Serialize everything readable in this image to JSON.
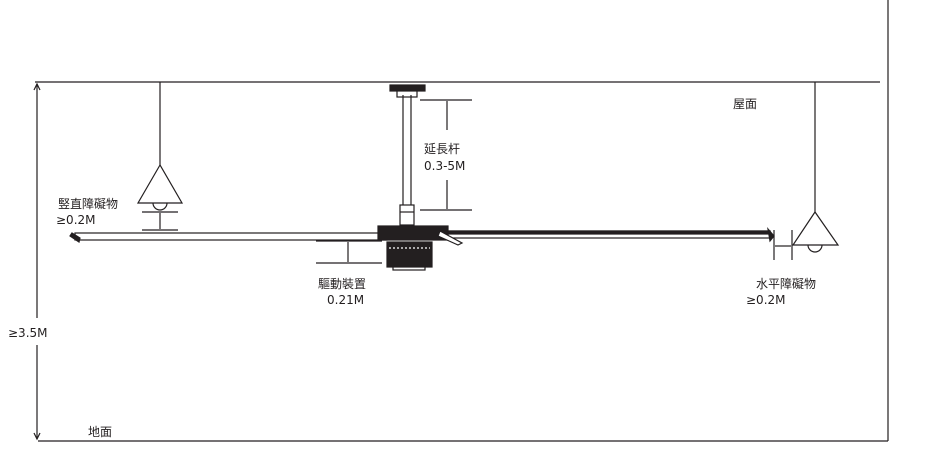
{
  "labels": {
    "roof": "屋面",
    "ground": "地面",
    "height": "≥3.5M",
    "extension_rod": "延長杆",
    "extension_rod_value": "0.3-5M",
    "vertical_obstacle": "竪直障礙物",
    "vertical_obstacle_value": "≥0.2M",
    "drive_unit": "驅動裝置",
    "drive_unit_value": "0.21M",
    "horizontal_obstacle": "水平障礙物",
    "horizontal_obstacle_value": "≥0.2M"
  },
  "colors": {
    "line": "#231f20"
  }
}
